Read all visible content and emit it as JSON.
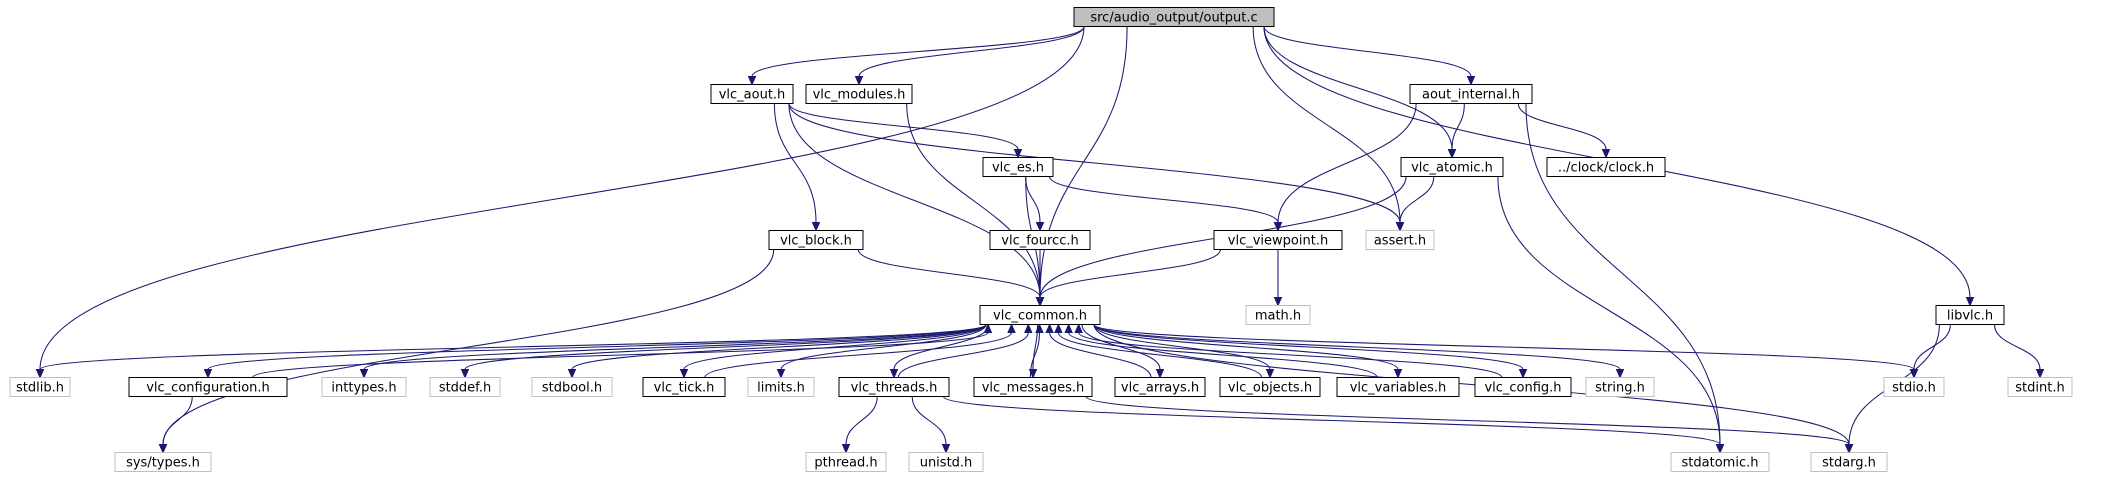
{
  "colors": {
    "edge": "#191970",
    "root_fill": "#bfbfbf",
    "root_stroke": "#000000",
    "node_stroke": "#000000",
    "external_stroke": "#bfbfbf",
    "background": "#ffffff"
  },
  "nodes": {
    "output_c": {
      "label": "src/audio_output/output.c",
      "kind": "root"
    },
    "stdlib_h": {
      "label": "stdlib.h",
      "kind": "external"
    },
    "vlc_aout_h": {
      "label": "vlc_aout.h",
      "kind": "file"
    },
    "vlc_modules_h": {
      "label": "vlc_modules.h",
      "kind": "file"
    },
    "aout_internal_h": {
      "label": "aout_internal.h",
      "kind": "file"
    },
    "libvlc_h": {
      "label": "libvlc.h",
      "kind": "file"
    },
    "vlc_es_h": {
      "label": "vlc_es.h",
      "kind": "file"
    },
    "vlc_atomic_h": {
      "label": "vlc_atomic.h",
      "kind": "file"
    },
    "clock_h": {
      "label": "../clock/clock.h",
      "kind": "file"
    },
    "vlc_block_h": {
      "label": "vlc_block.h",
      "kind": "file"
    },
    "vlc_fourcc_h": {
      "label": "vlc_fourcc.h",
      "kind": "file"
    },
    "vlc_viewpoint_h": {
      "label": "vlc_viewpoint.h",
      "kind": "file"
    },
    "assert_h": {
      "label": "assert.h",
      "kind": "external"
    },
    "vlc_common_h": {
      "label": "vlc_common.h",
      "kind": "file"
    },
    "math_h": {
      "label": "math.h",
      "kind": "external"
    },
    "vlc_configuration_h": {
      "label": "vlc_configuration.h",
      "kind": "file"
    },
    "inttypes_h": {
      "label": "inttypes.h",
      "kind": "external"
    },
    "stddef_h": {
      "label": "stddef.h",
      "kind": "external"
    },
    "stdbool_h": {
      "label": "stdbool.h",
      "kind": "external"
    },
    "vlc_tick_h": {
      "label": "vlc_tick.h",
      "kind": "file"
    },
    "limits_h": {
      "label": "limits.h",
      "kind": "external"
    },
    "vlc_threads_h": {
      "label": "vlc_threads.h",
      "kind": "file"
    },
    "vlc_messages_h": {
      "label": "vlc_messages.h",
      "kind": "file"
    },
    "vlc_arrays_h": {
      "label": "vlc_arrays.h",
      "kind": "file"
    },
    "vlc_objects_h": {
      "label": "vlc_objects.h",
      "kind": "file"
    },
    "vlc_variables_h": {
      "label": "vlc_variables.h",
      "kind": "file"
    },
    "vlc_config_h": {
      "label": "vlc_config.h",
      "kind": "file"
    },
    "string_h": {
      "label": "string.h",
      "kind": "external"
    },
    "stdio_h": {
      "label": "stdio.h",
      "kind": "external"
    },
    "stdint_h": {
      "label": "stdint.h",
      "kind": "external"
    },
    "sys_types_h": {
      "label": "sys/types.h",
      "kind": "external"
    },
    "pthread_h": {
      "label": "pthread.h",
      "kind": "external"
    },
    "unistd_h": {
      "label": "unistd.h",
      "kind": "external"
    },
    "stdatomic_h": {
      "label": "stdatomic.h",
      "kind": "external"
    },
    "stdarg_h": {
      "label": "stdarg.h",
      "kind": "external"
    }
  },
  "edges": [
    [
      "output_c",
      "stdlib_h"
    ],
    [
      "output_c",
      "vlc_aout_h"
    ],
    [
      "output_c",
      "vlc_modules_h"
    ],
    [
      "output_c",
      "aout_internal_h"
    ],
    [
      "output_c",
      "libvlc_h"
    ],
    [
      "output_c",
      "vlc_common_h"
    ],
    [
      "output_c",
      "assert_h"
    ],
    [
      "output_c",
      "vlc_atomic_h"
    ],
    [
      "vlc_aout_h",
      "vlc_es_h"
    ],
    [
      "vlc_aout_h",
      "vlc_block_h"
    ],
    [
      "vlc_aout_h",
      "vlc_common_h"
    ],
    [
      "vlc_aout_h",
      "assert_h"
    ],
    [
      "vlc_modules_h",
      "vlc_common_h"
    ],
    [
      "aout_internal_h",
      "vlc_atomic_h"
    ],
    [
      "aout_internal_h",
      "clock_h"
    ],
    [
      "aout_internal_h",
      "vlc_viewpoint_h"
    ],
    [
      "aout_internal_h",
      "stdatomic_h"
    ],
    [
      "vlc_es_h",
      "vlc_fourcc_h"
    ],
    [
      "vlc_es_h",
      "vlc_viewpoint_h"
    ],
    [
      "vlc_es_h",
      "vlc_common_h"
    ],
    [
      "vlc_atomic_h",
      "assert_h"
    ],
    [
      "vlc_atomic_h",
      "vlc_common_h"
    ],
    [
      "vlc_atomic_h",
      "stdatomic_h"
    ],
    [
      "vlc_block_h",
      "vlc_common_h"
    ],
    [
      "vlc_block_h",
      "sys_types_h"
    ],
    [
      "vlc_fourcc_h",
      "vlc_common_h"
    ],
    [
      "vlc_viewpoint_h",
      "vlc_common_h"
    ],
    [
      "vlc_viewpoint_h",
      "math_h"
    ],
    [
      "libvlc_h",
      "stdio_h"
    ],
    [
      "libvlc_h",
      "stdint_h"
    ],
    [
      "libvlc_h",
      "stdarg_h"
    ],
    [
      "vlc_common_h",
      "stdlib_h"
    ],
    [
      "vlc_common_h",
      "vlc_configuration_h"
    ],
    [
      "vlc_common_h",
      "inttypes_h"
    ],
    [
      "vlc_common_h",
      "stddef_h"
    ],
    [
      "vlc_common_h",
      "stdbool_h"
    ],
    [
      "vlc_common_h",
      "vlc_tick_h"
    ],
    [
      "vlc_common_h",
      "limits_h"
    ],
    [
      "vlc_common_h",
      "vlc_threads_h"
    ],
    [
      "vlc_common_h",
      "vlc_messages_h"
    ],
    [
      "vlc_common_h",
      "vlc_arrays_h"
    ],
    [
      "vlc_common_h",
      "vlc_objects_h"
    ],
    [
      "vlc_common_h",
      "vlc_variables_h"
    ],
    [
      "vlc_common_h",
      "vlc_config_h"
    ],
    [
      "vlc_common_h",
      "string_h"
    ],
    [
      "vlc_common_h",
      "stdio_h"
    ],
    [
      "vlc_common_h",
      "stdarg_h"
    ],
    [
      "vlc_configuration_h",
      "vlc_common_h"
    ],
    [
      "vlc_configuration_h",
      "sys_types_h"
    ],
    [
      "vlc_tick_h",
      "vlc_common_h"
    ],
    [
      "vlc_threads_h",
      "vlc_common_h"
    ],
    [
      "vlc_threads_h",
      "pthread_h"
    ],
    [
      "vlc_threads_h",
      "unistd_h"
    ],
    [
      "vlc_threads_h",
      "stdatomic_h"
    ],
    [
      "vlc_messages_h",
      "vlc_common_h"
    ],
    [
      "vlc_messages_h",
      "stdarg_h"
    ],
    [
      "vlc_arrays_h",
      "vlc_common_h"
    ],
    [
      "vlc_objects_h",
      "vlc_common_h"
    ],
    [
      "vlc_variables_h",
      "vlc_common_h"
    ],
    [
      "vlc_config_h",
      "vlc_common_h"
    ]
  ]
}
